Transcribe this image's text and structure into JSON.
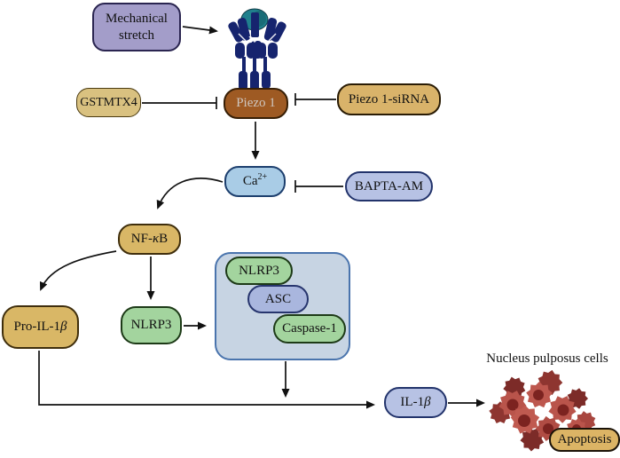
{
  "nodes": {
    "mechanical_stretch": {
      "line1": "Mechanical",
      "line2": "stretch"
    },
    "gstmtx4": {
      "label": "GSTMTX4"
    },
    "piezo1": {
      "label": "Piezo 1"
    },
    "piezo1_sirna": {
      "label": "Piezo 1-siRNA"
    },
    "ca": {
      "base": "Ca",
      "sup": "2+"
    },
    "bapta_am": {
      "label": "BAPTA-AM"
    },
    "nfkb": {
      "pre": "NF-",
      "italic": "κ",
      "post": "B"
    },
    "pro_il1b": {
      "pre": "Pro-IL-1",
      "italic": "β"
    },
    "nlrp3_free": {
      "label": "NLRP3"
    },
    "inflammasome": {
      "nlrp3": "NLRP3",
      "asc": "ASC",
      "caspase1": "Caspase-1"
    },
    "il1b": {
      "pre": "IL-1",
      "italic": "β"
    },
    "apoptosis": {
      "label": "Apoptosis"
    },
    "cells_caption": "Nucleus pulposus cells"
  },
  "icons": {
    "receptor": "piezo1-channel-icon",
    "cells": "nucleus-pulposus-cells-icon"
  },
  "edges": [
    {
      "from": "Mechanical stretch",
      "to": "Piezo 1 channel",
      "type": "activate"
    },
    {
      "from": "GSTMTX4",
      "to": "Piezo 1",
      "type": "inhibit"
    },
    {
      "from": "Piezo 1-siRNA",
      "to": "Piezo 1",
      "type": "inhibit"
    },
    {
      "from": "Piezo 1",
      "to": "Ca2+",
      "type": "activate"
    },
    {
      "from": "BAPTA-AM",
      "to": "Ca2+",
      "type": "inhibit"
    },
    {
      "from": "Ca2+",
      "to": "NF-κB",
      "type": "activate"
    },
    {
      "from": "Ca2+",
      "to": "NLRP3 inflammasome",
      "type": "activate"
    },
    {
      "from": "NF-κB",
      "to": "Pro-IL-1β",
      "type": "activate"
    },
    {
      "from": "NF-κB",
      "to": "NLRP3",
      "type": "activate"
    },
    {
      "from": "NLRP3",
      "to": "NLRP3 inflammasome",
      "type": "activate"
    },
    {
      "from": "NLRP3 inflammasome",
      "to": "IL-1β",
      "type": "activate"
    },
    {
      "from": "Pro-IL-1β",
      "to": "IL-1β",
      "type": "activate"
    },
    {
      "from": "IL-1β",
      "to": "Nucleus pulposus cells",
      "type": "activate"
    }
  ],
  "colors": {
    "purple_fill": "#a39dc9",
    "tan_fill": "#d9c180",
    "tan2_fill": "#d9b36a",
    "brown_fill": "#9e5a23",
    "brown_text": "#cfc7c0",
    "blue_fill": "#a9cce6",
    "periwinkle_fill": "#b7c2e4",
    "gold_fill": "#d9b766",
    "green_fill": "#a3d49e",
    "asc_fill": "#a9b6de",
    "complex_fill": "#c7d4e3",
    "complex_border": "#4a74ad",
    "receptor_navy": "#16246e",
    "receptor_teal": "#20808d",
    "cell_red": "#b9544b",
    "cell_dark_red": "#7c2b28",
    "arrow": "#111111"
  }
}
